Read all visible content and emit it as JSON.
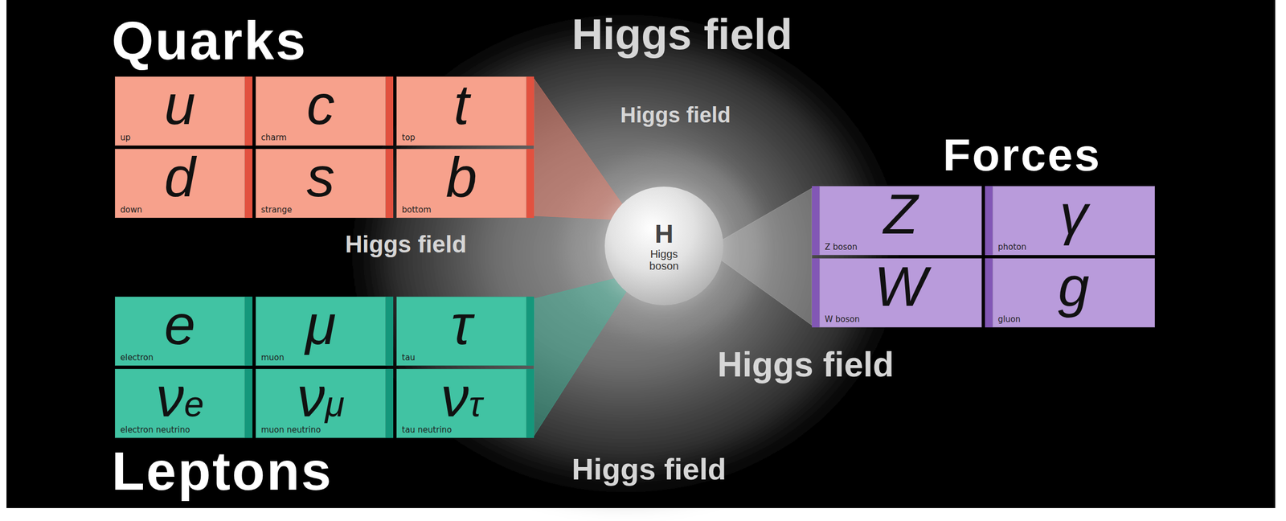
{
  "diagram": {
    "nodes": [
      {
        "text": [
          "Quarks"
        ]
      },
      {
        "text": [
          "u",
          "up"
        ],
        "in": 0
      },
      {
        "text": [
          "c",
          "charm"
        ],
        "in": 0
      },
      {
        "text": [
          "t",
          "top"
        ],
        "in": 0
      },
      {
        "text": [
          "d",
          "down"
        ],
        "in": 0
      },
      {
        "text": [
          "s",
          "strange"
        ],
        "in": 0
      },
      {
        "text": [
          "b",
          "bottom"
        ],
        "in": 0
      },
      {
        "text": [
          "Forces"
        ]
      },
      {
        "text": [
          "Z",
          "Z boson"
        ],
        "in": 7
      },
      {
        "text": [
          "γ",
          "photon"
        ],
        "in": 7
      },
      {
        "text": [
          "W",
          "W boson"
        ],
        "in": 7
      },
      {
        "text": [
          "g",
          "gluon"
        ],
        "in": 7
      },
      {
        "text": [
          "H",
          "Higgs boson"
        ]
      },
      {
        "text": [
          "Leptons"
        ]
      },
      {
        "text": [
          "e",
          "electron"
        ],
        "in": 13
      },
      {
        "text": [
          "μ",
          "muon"
        ],
        "in": 13
      },
      {
        "text": [
          "τ",
          "tau"
        ],
        "in": 13
      },
      {
        "text": [
          "νe",
          "electron neutrino"
        ],
        "in": 13
      },
      {
        "text": [
          "νμ",
          "muon neutrino"
        ],
        "in": 13
      },
      {
        "text": [
          "ντ",
          "tau neutrino"
        ],
        "in": 13
      }
    ],
    "edges": [
      {
        "from": 0,
        "to": 12,
        "arrow": "none"
      },
      {
        "from": 13,
        "to": 12,
        "arrow": "none"
      },
      {
        "from": 12,
        "to": 7,
        "arrow": "none"
      }
    ],
    "labels": [
      "Higgs field",
      "Higgs field",
      "Higgs field",
      "Higgs field",
      "Higgs field"
    ]
  }
}
